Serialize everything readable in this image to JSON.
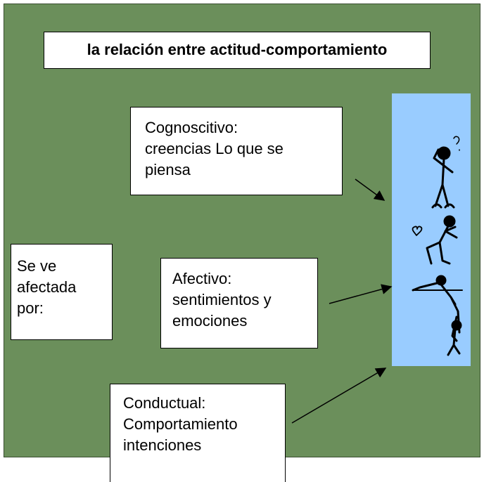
{
  "diagram": {
    "title": "la relación entre actitud-comportamiento",
    "influence_label": [
      "Se ve",
      "afectada",
      "por:"
    ],
    "components": [
      {
        "id": "cognitive",
        "lines": [
          "Cognoscitivo:",
          "creencias Lo que se",
          "piensa"
        ]
      },
      {
        "id": "affective",
        "lines": [
          "Afectivo:",
          "sentimientos y",
          "emociones"
        ]
      },
      {
        "id": "behavioral",
        "lines": [
          "Conductual:",
          "Comportamiento",
          "intenciones"
        ]
      }
    ],
    "illustration": {
      "icon": "stick-figures-climbing",
      "background": "#99ccff"
    },
    "colors": {
      "board": "#6b8f5b",
      "box": "#ffffff",
      "arrow": "#000000"
    }
  }
}
